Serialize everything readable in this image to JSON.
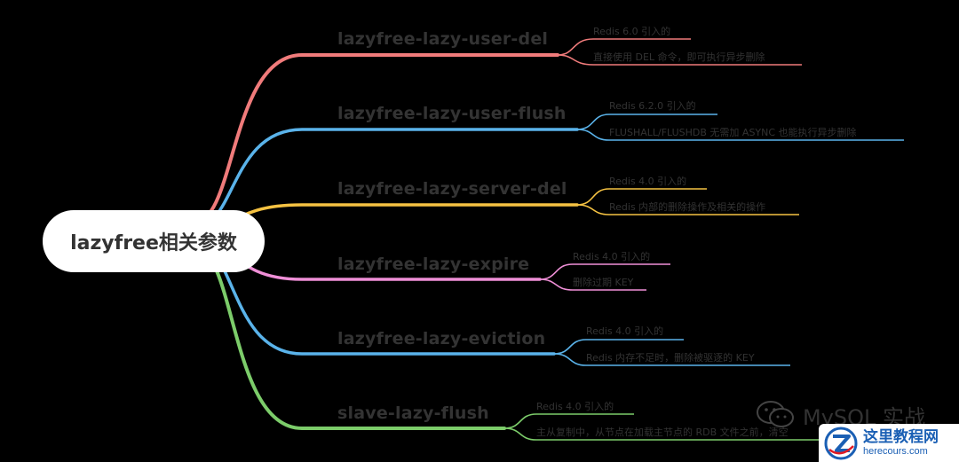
{
  "root": {
    "label": "lazyfree相关参数"
  },
  "branches": [
    {
      "label": "lazyfree-lazy-user-del",
      "color": "#f07b7b",
      "leaves": [
        "Redis 6.0 引入的",
        "直接使用 DEL 命令，即可执行异步删除"
      ]
    },
    {
      "label": "lazyfree-lazy-user-flush",
      "color": "#5ab3ea",
      "leaves": [
        "Redis 6.2.0 引入的",
        "FLUSHALL/FLUSHDB 无需加 ASYNC 也能执行异步删除"
      ]
    },
    {
      "label": "lazyfree-lazy-server-del",
      "color": "#f5c242",
      "leaves": [
        "Redis 4.0 引入的",
        "Redis 内部的删除操作及相关的操作"
      ]
    },
    {
      "label": "lazyfree-lazy-expire",
      "color": "#ef8fd7",
      "leaves": [
        "Redis 4.0 引入的",
        "删除过期 KEY"
      ]
    },
    {
      "label": "lazyfree-lazy-eviction",
      "color": "#5ab3ea",
      "leaves": [
        "Redis 4.0 引入的",
        "Redis 内存不足时，删除被驱逐的 KEY"
      ]
    },
    {
      "label": "slave-lazy-flush",
      "color": "#7ccc6a",
      "leaves": [
        "Redis 4.0 引入的",
        "主从复制中，从节点在加载主节点的 RDB 文件之前，清空"
      ]
    }
  ],
  "watermark": {
    "text": "MySQL 实战"
  },
  "site": {
    "name": "这里教程网",
    "url": "herecours.com"
  }
}
